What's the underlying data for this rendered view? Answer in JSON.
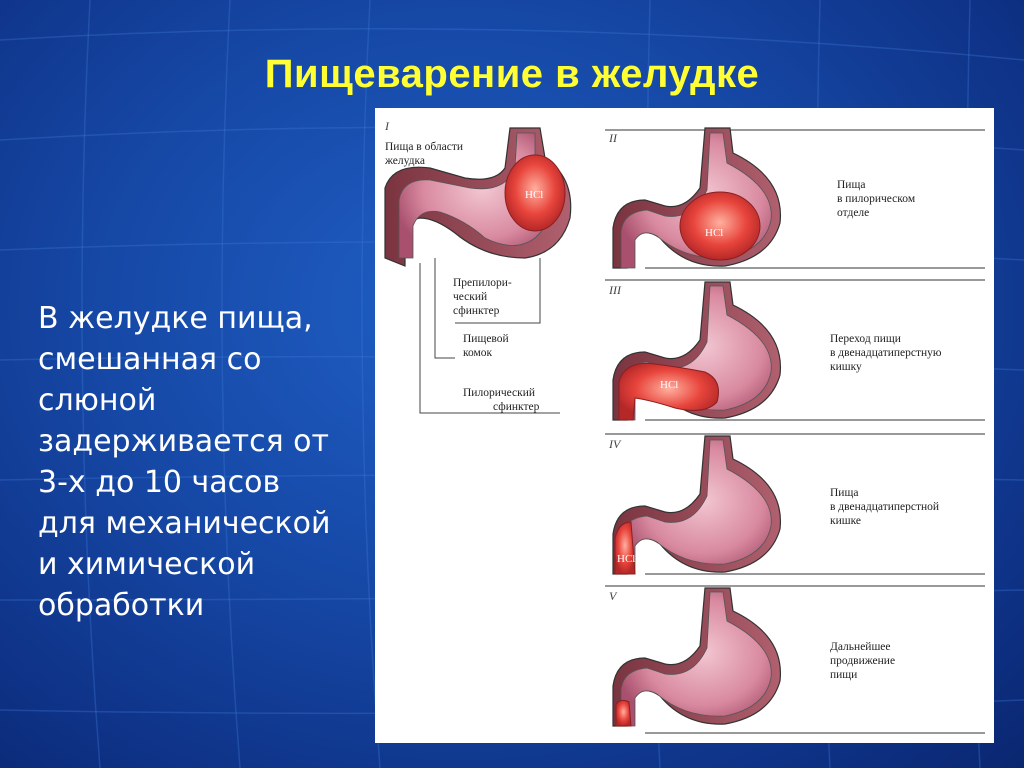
{
  "slide": {
    "title": "Пищеварение в желудке",
    "body_lines": [
      "В желудке пища,",
      "смешанная со",
      "слюной",
      "задерживается от",
      "3-х до 10 часов",
      "для механической",
      "и химической",
      "обработки"
    ]
  },
  "figure": {
    "stage1": {
      "numeral": "I",
      "caption": [
        "Пища в области",
        "желудка"
      ]
    },
    "stage2": {
      "numeral": "II",
      "caption": [
        "Пища",
        "в пилорическом",
        "отделе"
      ]
    },
    "stage3": {
      "numeral": "III",
      "caption": [
        "Переход пищи",
        "в двенадцатиперстную",
        "кишку"
      ]
    },
    "stage4": {
      "numeral": "IV",
      "caption": [
        "Пища",
        "в двенадцатиперстной",
        "кишке"
      ]
    },
    "stage5": {
      "numeral": "V",
      "caption": [
        "Дальнейшее",
        "продвижение",
        "пищи"
      ]
    },
    "hcl_label": "HCl",
    "callouts": {
      "prepyloric": [
        "Препилори-",
        "ческий",
        "сфинктер"
      ],
      "bolus": [
        "Пищевой",
        "комок"
      ],
      "pyloric": [
        "Пилорический",
        "сфинктер"
      ]
    }
  },
  "colors": {
    "title": "#ffff33",
    "text": "#ffffff",
    "stomach_fill": "#d98aa0",
    "bolus_fill": "#e8453c"
  }
}
